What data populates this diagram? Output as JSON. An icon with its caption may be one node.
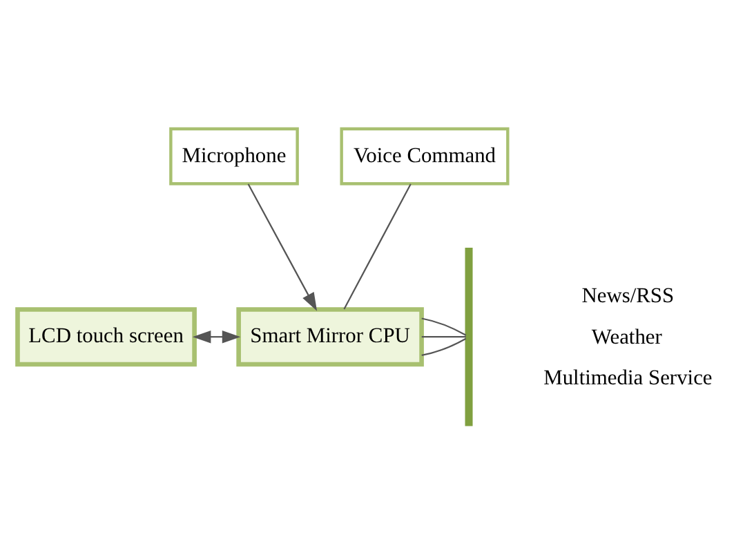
{
  "diagram": {
    "nodes": [
      {
        "text": [
          "Microphone"
        ]
      },
      {
        "text": [
          "Voice Command"
        ]
      },
      {
        "text": [
          "LCD touch screen"
        ]
      },
      {
        "text": [
          "Smart Mirror CPU"
        ]
      },
      {
        "text": [],
        "shape": "bar"
      }
    ],
    "edges": [
      {
        "from": 0,
        "to": 3,
        "arrow": "to"
      },
      {
        "from": 1,
        "to": 3,
        "arrow": "none"
      },
      {
        "from": 2,
        "to": 3,
        "arrow": "both"
      },
      {
        "from": 3,
        "to": 4,
        "arrow": "none"
      },
      {
        "from": 3,
        "to": 4,
        "arrow": "none"
      },
      {
        "from": 3,
        "to": 4,
        "arrow": "none"
      }
    ],
    "labels": [
      "News/RSS",
      "Weather",
      "Multimedia Service"
    ]
  }
}
